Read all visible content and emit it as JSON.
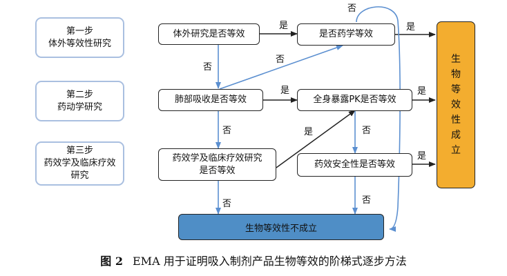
{
  "stages": [
    {
      "line1": "第一步",
      "line2": "体外等效性研究"
    },
    {
      "line1": "第二步",
      "line2": "药动学研究"
    },
    {
      "line1": "第三步",
      "line2": "药效学及临床疗效",
      "line3": "研究"
    }
  ],
  "nodes": {
    "in_vitro": "体外研究是否等效",
    "pk_equiv": "是否药学等效",
    "lung": "肺部吸收是否等效",
    "systemic_pk": "全身暴露PK是否等效",
    "pd_line1": "药效学及临床疗效研究",
    "pd_line2": "是否等效",
    "safety": "药效安全性是否等效",
    "bioequiv_yes": "生物等效性成立",
    "bioequiv_no": "生物等效性不成立"
  },
  "edge_labels": {
    "yes": "是",
    "no": "否"
  },
  "colors": {
    "stage_border": "#a9bfe0",
    "result_yes_fill": "#f3ad2f",
    "result_no_fill": "#4f8ec6",
    "no_arrow": "#5b8fd0",
    "yes_arrow": "#222222"
  },
  "caption": {
    "label": "图 2",
    "text": "EMA 用于证明吸入制剂产品生物等效的阶梯式逐步方法"
  }
}
